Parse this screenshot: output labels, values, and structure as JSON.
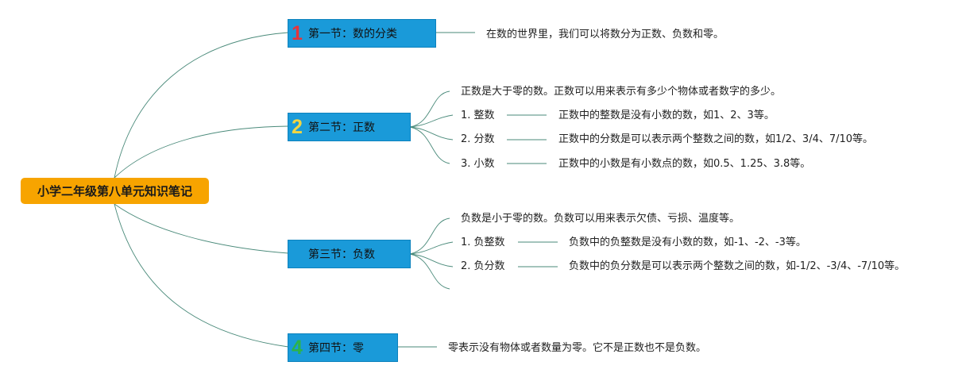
{
  "root": {
    "label": "小学二年级第八单元知识笔记"
  },
  "colors": {
    "root": "#f7a400",
    "section": "#1a9ad9",
    "link": "#4a8a7a",
    "badge1": "#e8333a",
    "badge2": "#f2d542",
    "badge4": "#2db34a"
  },
  "sections": [
    {
      "badge": "1",
      "title": "第一节：数的分类",
      "description": "在数的世界里，我们可以将数分为正数、负数和零。"
    },
    {
      "badge": "2",
      "title": "第二节：正数",
      "intro": "正数是大于零的数。正数可以用来表示有多少个物体或者数字的多少。",
      "items": [
        {
          "label": "1. 整数",
          "detail": "正数中的整数是没有小数的数，如1、2、3等。"
        },
        {
          "label": "2. 分数",
          "detail": "正数中的分数是可以表示两个整数之间的数，如1/2、3/4、7/10等。"
        },
        {
          "label": "3. 小数",
          "detail": "正数中的小数是有小数点的数，如0.5、1.25、3.8等。"
        }
      ]
    },
    {
      "badge": "",
      "title": "第三节：负数",
      "intro": "负数是小于零的数。负数可以用来表示欠债、亏损、温度等。",
      "items": [
        {
          "label": "1. 负整数",
          "detail": "负数中的负整数是没有小数的数，如-1、-2、-3等。"
        },
        {
          "label": "2. 负分数",
          "detail": "负数中的负分数是可以表示两个整数之间的数，如-1/2、-3/4、-7/10等。"
        }
      ]
    },
    {
      "badge": "4",
      "title": "第四节：零",
      "description": "零表示没有物体或者数量为零。它不是正数也不是负数。"
    }
  ]
}
